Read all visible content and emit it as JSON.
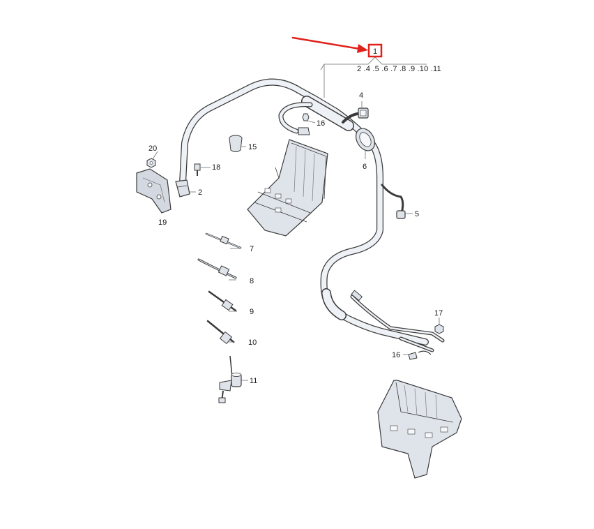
{
  "diagram": {
    "main_part": {
      "number": "1",
      "sub_numbers": "2 .4 .5 .6 .7 .8 .9 .10 .11"
    },
    "callouts": [
      {
        "id": "2",
        "text": "2"
      },
      {
        "id": "4",
        "text": "4"
      },
      {
        "id": "5",
        "text": "5"
      },
      {
        "id": "6",
        "text": "6"
      },
      {
        "id": "7",
        "text": "7"
      },
      {
        "id": "8",
        "text": "8"
      },
      {
        "id": "9",
        "text": "9"
      },
      {
        "id": "10",
        "text": "10"
      },
      {
        "id": "11",
        "text": "11"
      },
      {
        "id": "15",
        "text": "15"
      },
      {
        "id": "16a",
        "text": "16"
      },
      {
        "id": "16b",
        "text": "16"
      },
      {
        "id": "17",
        "text": "17"
      },
      {
        "id": "18",
        "text": "18"
      },
      {
        "id": "19",
        "text": "19"
      },
      {
        "id": "20",
        "text": "20"
      }
    ],
    "colors": {
      "arrow": "#e0201a",
      "highlight_box": "#e0201a",
      "cable_fill": "#eef1f6",
      "cable_stroke": "#3a3a3a",
      "part_fill": "#dfe3ea",
      "part_stroke": "#3a3a3a"
    }
  }
}
